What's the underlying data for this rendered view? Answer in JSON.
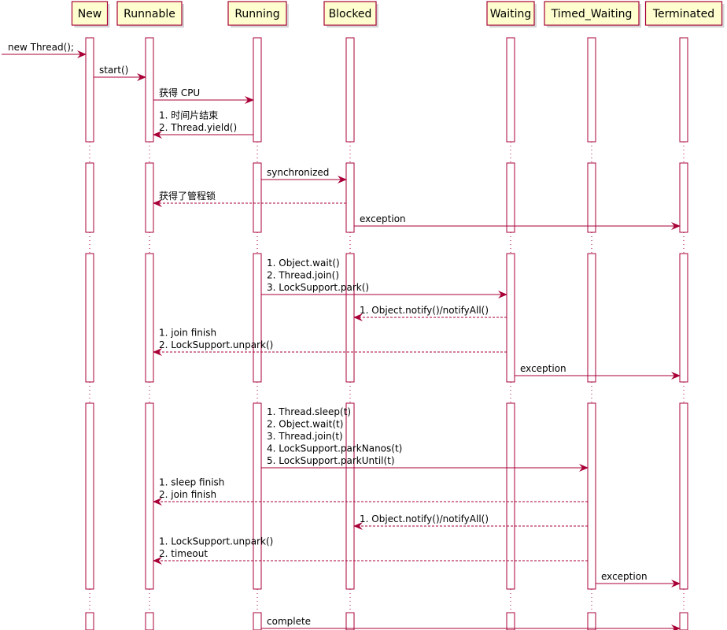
{
  "diagram": {
    "participants": [
      {
        "id": "new",
        "label": "New"
      },
      {
        "id": "runnable",
        "label": "Runnable"
      },
      {
        "id": "running",
        "label": "Running"
      },
      {
        "id": "blocked",
        "label": "Blocked"
      },
      {
        "id": "waiting",
        "label": "Waiting"
      },
      {
        "id": "timed_waiting",
        "label": "Timed_Waiting"
      },
      {
        "id": "terminated",
        "label": "Terminated"
      }
    ],
    "messages": [
      {
        "from": "start",
        "to": "new",
        "style": "solid",
        "lines": [
          "new Thread();"
        ]
      },
      {
        "from": "new",
        "to": "runnable",
        "style": "solid",
        "lines": [
          "start()"
        ]
      },
      {
        "from": "runnable",
        "to": "running",
        "style": "solid",
        "lines": [
          "获得 CPU"
        ]
      },
      {
        "from": "running",
        "to": "runnable",
        "style": "solid",
        "lines": [
          "1. 时间片结束",
          "2. Thread.yield()"
        ]
      },
      {
        "from": "running",
        "to": "blocked",
        "style": "solid",
        "lines": [
          "synchronized"
        ]
      },
      {
        "from": "blocked",
        "to": "runnable",
        "style": "dashed",
        "lines": [
          "获得了管程锁"
        ]
      },
      {
        "from": "blocked",
        "to": "terminated",
        "style": "solid",
        "lines": [
          "exception"
        ]
      },
      {
        "from": "running",
        "to": "waiting",
        "style": "solid",
        "lines": [
          "1. Object.wait()",
          "2. Thread.join()",
          "3. LockSupport.park()"
        ]
      },
      {
        "from": "waiting",
        "to": "blocked",
        "style": "dashed",
        "lines": [
          "1. Object.notify()/notifyAll()"
        ]
      },
      {
        "from": "waiting",
        "to": "runnable",
        "style": "dashed",
        "lines": [
          "1. join finish",
          "2. LockSupport.unpark()"
        ]
      },
      {
        "from": "waiting",
        "to": "terminated",
        "style": "solid",
        "lines": [
          "exception"
        ]
      },
      {
        "from": "running",
        "to": "timed_waiting",
        "style": "solid",
        "lines": [
          "1. Thread.sleep(t)",
          "2. Object.wait(t)",
          "3. Thread.join(t)",
          "4. LockSupport.parkNanos(t)",
          "5. LockSupport.parkUntil(t)"
        ]
      },
      {
        "from": "timed_waiting",
        "to": "runnable",
        "style": "dashed",
        "lines": [
          "1. sleep finish",
          "2. join finish"
        ]
      },
      {
        "from": "timed_waiting",
        "to": "blocked",
        "style": "dashed",
        "lines": [
          "1. Object.notify()/notifyAll()"
        ]
      },
      {
        "from": "timed_waiting",
        "to": "runnable",
        "style": "dashed",
        "lines": [
          "1. LockSupport.unpark()",
          "2. timeout"
        ]
      },
      {
        "from": "timed_waiting",
        "to": "terminated",
        "style": "solid",
        "lines": [
          "exception"
        ]
      },
      {
        "from": "running",
        "to": "terminated",
        "style": "solid",
        "lines": [
          "complete"
        ]
      }
    ],
    "colors": {
      "arrow": "#a80036",
      "participant_fill": "#fefece",
      "participant_border": "#a80036",
      "lifeline": "#a80036",
      "activation_fill": "#ffffff"
    }
  }
}
